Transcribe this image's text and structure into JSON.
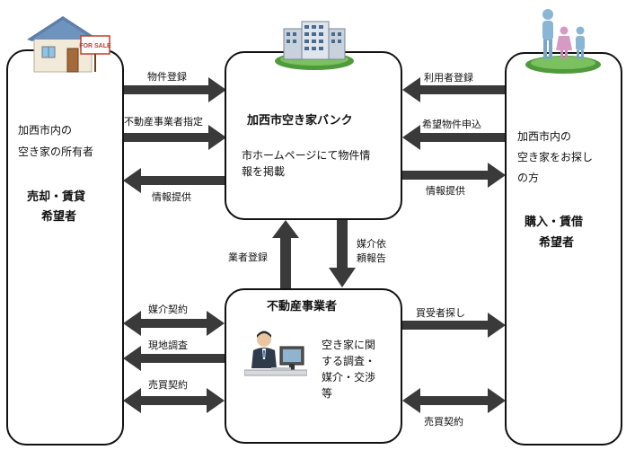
{
  "left": {
    "line1": "加西市内の",
    "line2": "空き家の所有者",
    "role1": "売却・賃貸",
    "role2": "希望者"
  },
  "center_top": {
    "title": "加西市空き家バンク",
    "desc1": "市ホームページにて物件情",
    "desc2": "報を掲載"
  },
  "right": {
    "line1": "加西市内の",
    "line2": "空き家をお探し",
    "line3": "の方",
    "role1": "購入・賃借",
    "role2": "希望者"
  },
  "center_bottom": {
    "title": "不動産事業者",
    "desc1": "空き家に関",
    "desc2": "する調査・",
    "desc3": "媒介・交渉",
    "desc4": "等"
  },
  "labels": {
    "property_registration": "物件登録",
    "agent_designation": "不動産事業者指定",
    "info_to_owner": "情報提供",
    "user_registration": "利用者登録",
    "desired_property": "希望物件申込",
    "info_to_seeker": "情報提供",
    "agent_registration": "業者登録",
    "mediation_report_1": "媒介依",
    "mediation_report_2": "頼報告",
    "mediation_contract": "媒介契約",
    "site_survey": "現地調査",
    "sales_contract_left": "売買契約",
    "buyer_search": "買受者探し",
    "sales_contract_right": "売買契約"
  },
  "sign_text": "FOR SALE"
}
